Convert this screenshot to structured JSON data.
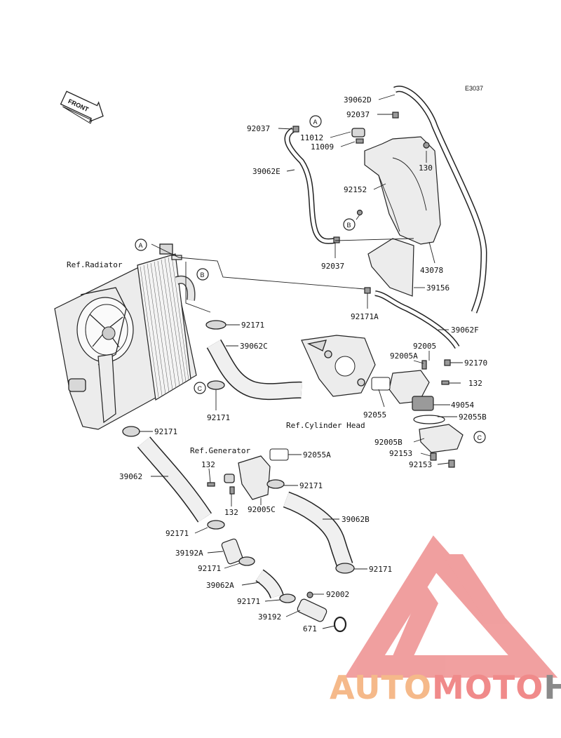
{
  "diagram_code": "E3037",
  "front_arrow_label": "FRONT",
  "refs": {
    "radiator": "Ref.Radiator",
    "cylinder_head": "Ref.Cylinder Head",
    "generator": "Ref.Generator"
  },
  "markers": {
    "a": "A",
    "b": "B",
    "c": "C"
  },
  "part_labels": {
    "p39062D": "39062D",
    "p92037_top": "92037",
    "p92037_left": "92037",
    "p11012": "11012",
    "p11009": "11009",
    "p130": "130",
    "p39062E": "39062E",
    "p92152": "92152",
    "p92037_mid": "92037",
    "p43078": "43078",
    "p39156": "39156",
    "p92171A": "92171A",
    "p39062F": "39062F",
    "p92171_upper": "92171",
    "p39062C": "39062C",
    "p92005": "92005",
    "p92005A": "92005A",
    "p92170": "92170",
    "p132_right": "132",
    "p92171_c": "92171",
    "p92055": "92055",
    "p49054": "49054",
    "p92055B": "92055B",
    "p92005B": "92005B",
    "p92153_a": "92153",
    "p92153_b": "92153",
    "p92171_rad": "92171",
    "p92055A": "92055A",
    "p132_gen_a": "132",
    "p132_gen_b": "132",
    "p39062": "39062",
    "p92171_gen": "92171",
    "p92005C": "92005C",
    "p39062B": "39062B",
    "p92171_lower_left": "92171",
    "p39192A": "39192A",
    "p92171_b2": "92171",
    "p39062A": "39062A",
    "p92171_b3": "92171",
    "p92002": "92002",
    "p39192": "39192",
    "p671": "671",
    "p92171_right_low": "92171"
  },
  "watermark": {
    "part1": "AUTO",
    "part2": "MOTO",
    "part3": "HUB",
    "color1": "#f5b98a",
    "color2": "#f08a8a",
    "color3": "#8a8a8a",
    "logo_color": "#ee8f8f"
  }
}
